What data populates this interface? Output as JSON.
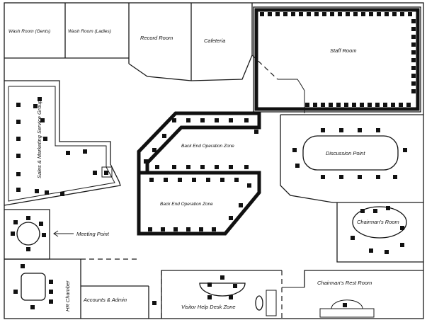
{
  "rooms": {
    "wash_gents": "Wash Room (Gents)",
    "wash_ladies": "Wash Room (Ladies)",
    "record_room": "Record Room",
    "cafeteria": "Cafeteria",
    "staff_room": "Staff Room",
    "sales_marketing": "Sales & Marketing Service Group",
    "back_end_upper": "Back End Operation Zone",
    "back_end_lower": "Back End Operation Zone",
    "discussion_point": "Discussion Point",
    "chairmans_room": "Chairman's Room",
    "meeting_point": "Meeting Point",
    "hr_chamber": "HR Chamber",
    "accounts_admin": "Accounts & Admin",
    "visitor_help_desk": "Visitor Help Desk Zone",
    "chairmans_rest_room": "Chairman's Rest Room"
  }
}
